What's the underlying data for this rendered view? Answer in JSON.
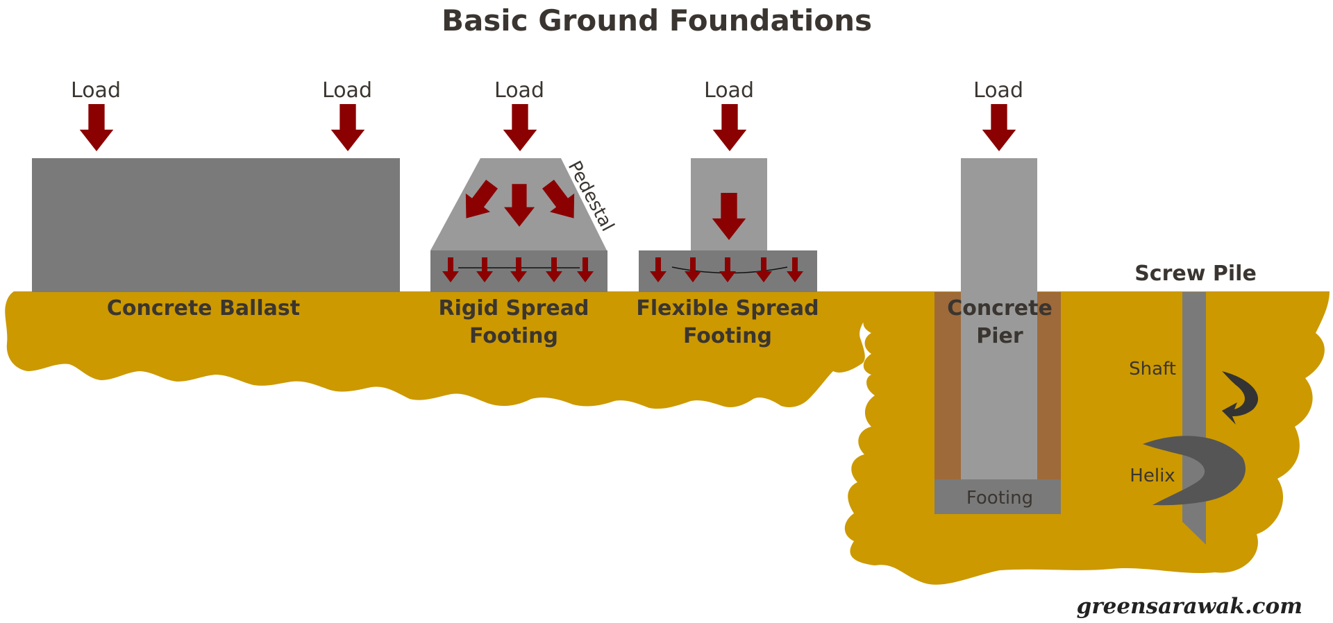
{
  "title": "Basic Ground Foundations",
  "load_label": "Load",
  "colors": {
    "ground": "#cc9900",
    "arrow": "#8b0000",
    "dark_gray": "#7a7a7a",
    "light_gray": "#9a9a9a",
    "pier_soil": "#9e6a3a"
  },
  "foundations": {
    "ballast": {
      "name": "Concrete Ballast"
    },
    "rigid": {
      "name_line1": "Rigid Spread",
      "name_line2": "Footing",
      "pedestal": "Pedestal"
    },
    "flexible": {
      "name_line1": "Flexible Spread",
      "name_line2": "Footing"
    },
    "pier": {
      "name_line1": "Concrete",
      "name_line2": "Pier",
      "footing": "Footing"
    },
    "screw": {
      "name": "Screw Pile",
      "shaft": "Shaft",
      "helix": "Helix"
    }
  },
  "watermark": "greensarawak.com"
}
